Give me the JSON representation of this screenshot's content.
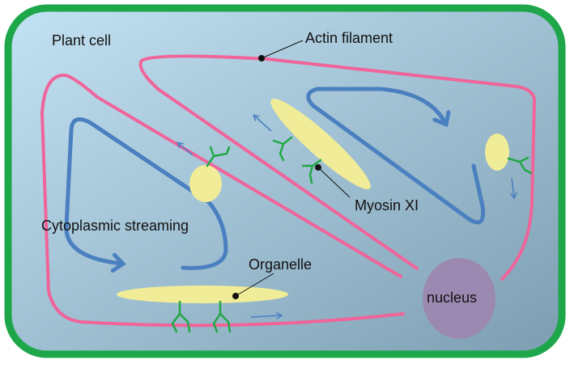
{
  "labels": {
    "plant_cell": "Plant cell",
    "actin_filament": "Actin filament",
    "myosin": "Myosin XI",
    "cytoplasmic_streaming": "Cytoplasmic streaming",
    "organelle": "Organelle",
    "nucleus": "nucleus"
  },
  "colors": {
    "cell_wall": "#1ea64a",
    "actin": "#f0649a",
    "stream": "#4a7fc0",
    "organelle": "#f1ec98",
    "myosin": "#22a845",
    "nucleus": "#9c89b1"
  }
}
